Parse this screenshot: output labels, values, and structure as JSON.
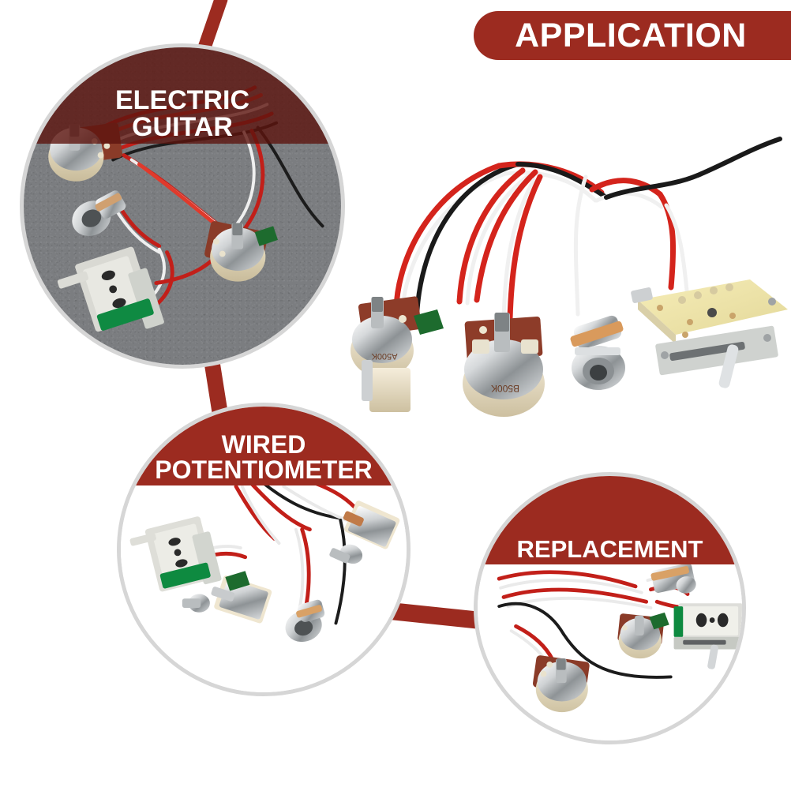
{
  "banner": {
    "label": "APPLICATION",
    "color": "#9c2b20",
    "text_color": "#ffffff"
  },
  "theme": {
    "accent_red": "#9c2b20",
    "overlay_dark_red": "#5c140e",
    "circle_border": "#d6d6d6",
    "background": "#ffffff",
    "photo_grey": "#7b7d80"
  },
  "circles": [
    {
      "id": "electric-guitar",
      "label_lines": [
        "ELECTRIC",
        "GUITAR"
      ],
      "background": "grey-textured-surface",
      "overlay_color": "#5c140e",
      "contents": [
        "potentiometer",
        "output-jack",
        "5-way-selector-switch",
        "potentiometer",
        "red-white-black-wires"
      ]
    },
    {
      "id": "wired-potentiometer",
      "label_lines": [
        "WIRED",
        "POTENTIOMETER"
      ],
      "background": "white",
      "overlay_color": "#9c2b20",
      "contents": [
        "5-way-selector-switch",
        "potentiometer",
        "output-jack",
        "potentiometer",
        "red-white-black-wires"
      ]
    },
    {
      "id": "replacement",
      "label_lines": [
        "REPLACEMENT"
      ],
      "background": "white",
      "overlay_color": "#9c2b20",
      "contents": [
        "potentiometer",
        "potentiometer",
        "output-jack",
        "5-way-selector-switch",
        "red-white-black-wires"
      ]
    }
  ],
  "hero_product": {
    "name": "guitar-wiring-harness",
    "background": "white",
    "components": [
      {
        "type": "potentiometer",
        "marking": "A500K"
      },
      {
        "type": "potentiometer",
        "marking": "B500K"
      },
      {
        "type": "output-jack",
        "marking": ""
      },
      {
        "type": "5-way-selector-switch",
        "marking": ""
      }
    ],
    "wire_colors": [
      "#d4241c",
      "#f2f2f2",
      "#1a1a1a"
    ]
  }
}
